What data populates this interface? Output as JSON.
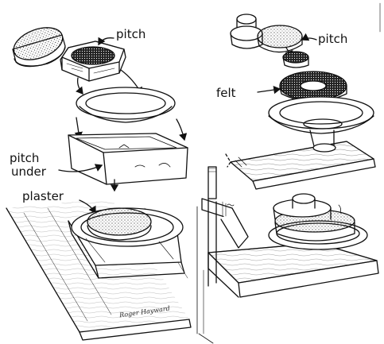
{
  "labels": {
    "pitch_left": "pitch",
    "pitch_under_line1": "pitch",
    "pitch_under_line2": "under",
    "plaster": "plaster",
    "felt": "felt",
    "pitch_right": "pitch"
  },
  "signature": "Roger Hayward",
  "colors": {
    "ink": "#111111",
    "paper": "#ffffff"
  }
}
